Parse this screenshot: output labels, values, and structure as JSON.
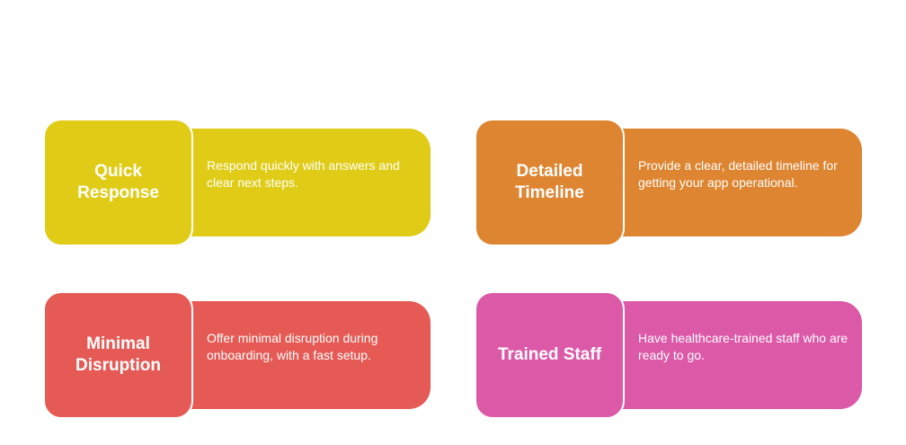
{
  "items": [
    {
      "title": "Quick Response",
      "description": "Respond quickly with answers and clear next steps.",
      "color": "#E0CC17"
    },
    {
      "title": "Detailed Timeline",
      "description": "Provide a clear, detailed timeline for getting your app operational.",
      "color": "#DE8531"
    },
    {
      "title": "Minimal Disruption",
      "description": "Offer minimal disruption during onboarding, with a fast setup.",
      "color": "#E55A55"
    },
    {
      "title": "Trained Staff",
      "description": "Have healthcare-trained staff who are ready to go.",
      "color": "#DC59A8"
    }
  ]
}
